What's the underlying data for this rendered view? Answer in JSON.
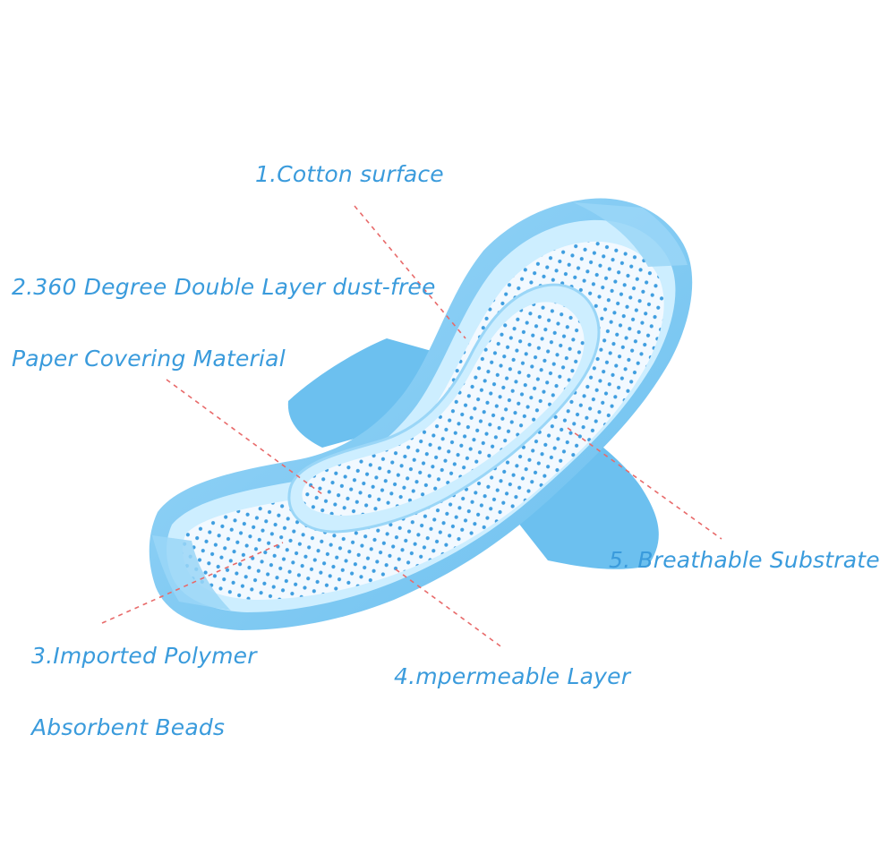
{
  "colors": {
    "label_text": "#3a9bdc",
    "leader_line": "#e86a6a",
    "pad_outer": "#6cc0ef",
    "pad_mid": "#9ad6f7",
    "pad_light": "#cdeeff",
    "pad_surface": "#f2f9ff",
    "perforation": "#3f9ee0",
    "background": "#ffffff"
  },
  "labels": {
    "cotton_surface": "1.Cotton surface",
    "dust_free_line1": "2.360 Degree Double Layer dust-free",
    "dust_free_line2": "Paper Covering Material",
    "polymer_line1": "3.Imported Polymer",
    "polymer_line2": "Absorbent Beads",
    "impermeable": "4.mpermeable Layer",
    "breathable": "5. Breathable Substrate"
  }
}
